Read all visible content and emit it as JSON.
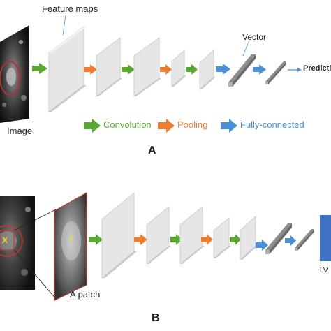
{
  "panel_a": {
    "label": "A",
    "feature_maps_label": "Feature maps",
    "vector_label": "Vector",
    "image_label": "Image",
    "prediction_label": "Predicti",
    "legend": {
      "convolution": "Convolution",
      "pooling": "Pooling",
      "fully_connected": "Fully-connected"
    }
  },
  "panel_b": {
    "label": "B",
    "patch_label": "A patch",
    "output_label": "LV",
    "marker_left": "X",
    "marker_patch": "X"
  },
  "colors": {
    "convolution": "#5aa832",
    "pooling": "#ed7d31",
    "fully_connected": "#4a8fd8",
    "output_block": "#3f72c4",
    "patch_border": "#c0392b",
    "marker": "#f3d62e"
  }
}
